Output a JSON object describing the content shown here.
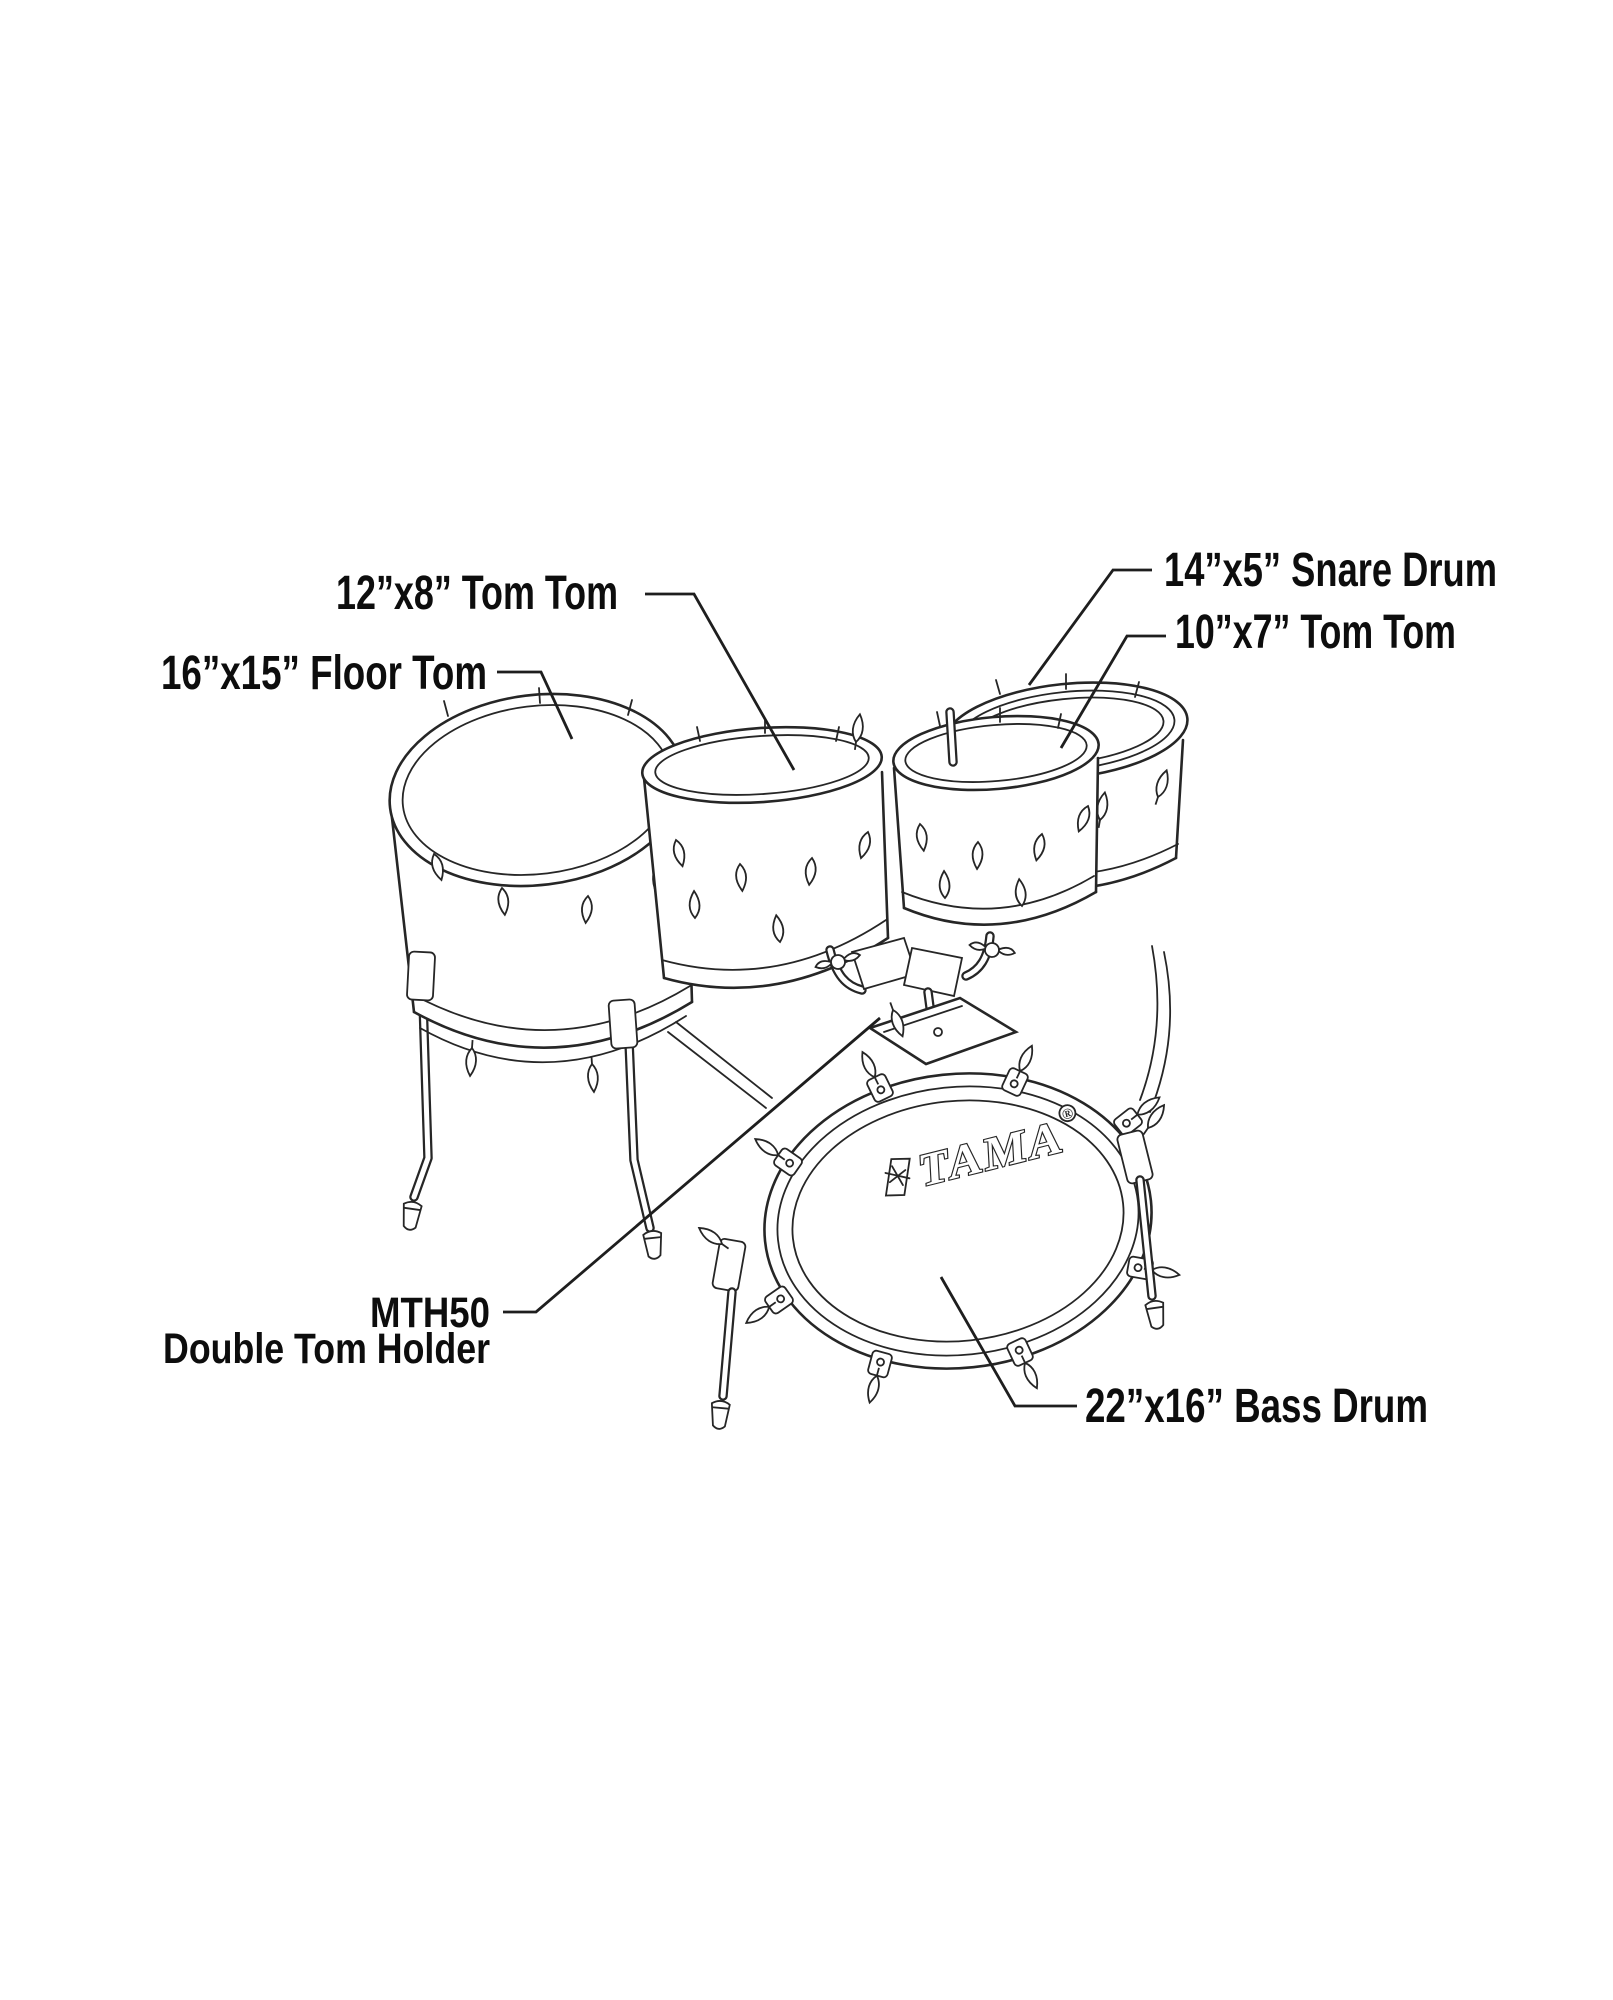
{
  "diagram": {
    "labels": {
      "tom12": "12”x8” Tom Tom",
      "floor_tom": "16”x15” Floor Tom",
      "snare": "14”x5” Snare Drum",
      "tom10": "10”x7” Tom Tom",
      "mth50_line1": "MTH50",
      "mth50_line2": "Double Tom Holder",
      "bass": "22”x16” Bass Drum"
    },
    "logo": {
      "brand": "TAMA",
      "registered_mark": "®"
    },
    "colors": {
      "background": "#ffffff",
      "line_art": "#262626",
      "label_text": "#0d0d0d"
    }
  }
}
